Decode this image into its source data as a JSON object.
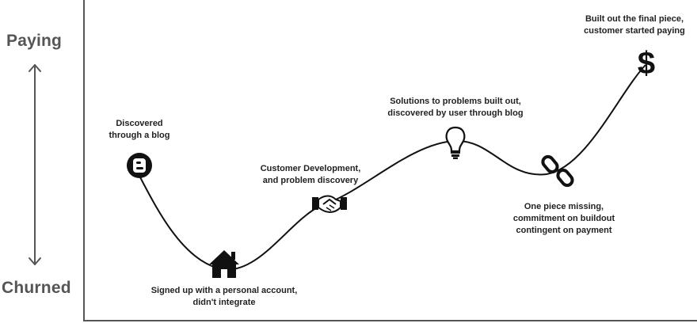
{
  "axis": {
    "top_label": "Paying",
    "bottom_label": "Churned"
  },
  "stages": [
    {
      "icon": "blogger-icon",
      "lines": [
        "Discovered",
        "through a blog"
      ]
    },
    {
      "icon": "house-icon",
      "lines": [
        "Signed up with a personal account,",
        "didn't integrate"
      ]
    },
    {
      "icon": "handshake-icon",
      "lines": [
        "Customer Development,",
        "and problem discovery"
      ]
    },
    {
      "icon": "lightbulb-icon",
      "lines": [
        "Solutions to problems built out,",
        "discovered by user through blog"
      ]
    },
    {
      "icon": "chain-link-icon",
      "lines": [
        "One piece missing,",
        "commitment on buildout",
        "contingent on payment"
      ]
    },
    {
      "icon": "dollar-icon",
      "lines": [
        "Built out the final piece,",
        "customer started paying"
      ]
    }
  ],
  "colors": {
    "ink": "#111111",
    "axis": "#555555",
    "label": "#555555"
  }
}
